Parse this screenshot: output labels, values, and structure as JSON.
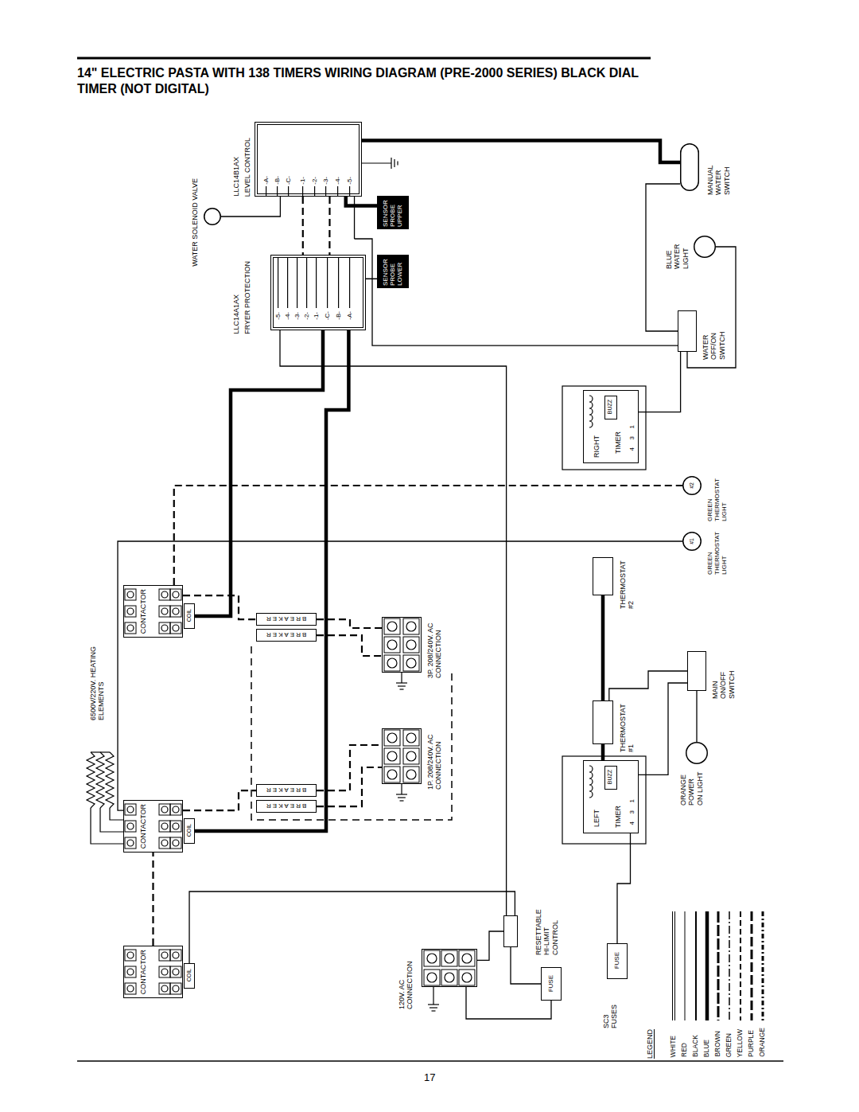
{
  "diagram": {
    "title": "14\" ELECTRIC PASTA WITH 138 TIMERS WIRING DIAGRAM (PRE-2000 SERIES) BLACK DIAL TIMER (NOT DIGITAL)",
    "nodes": [
      {
        "text": [
          "LLC14B1AX",
          "LEVEL CONTROL"
        ]
      },
      {
        "text": [
          "SENSOR PROBE UPPER"
        ]
      },
      {
        "text": [
          "WATER SOLENOID VALVE"
        ]
      },
      {
        "text": [
          "LLC14A1AX",
          "FRYER PROTECTION"
        ]
      },
      {
        "text": [
          "SENSOR PROBE LOWER"
        ]
      },
      {
        "text": [
          "MANUAL WATER SWITCH"
        ]
      },
      {
        "text": [
          "BLUE WATER LIGHT"
        ]
      },
      {
        "text": [
          "WATER OFF/ON SWITCH"
        ]
      },
      {
        "text": [
          "RIGHT",
          "TIMER"
        ]
      },
      {
        "text": [
          "BUZZ"
        ],
        "in": 8
      },
      {
        "text": [
          "#2",
          "GREEN THERMOSTAT LIGHT"
        ]
      },
      {
        "text": [
          "#1",
          "GREEN THERMOSTAT LIGHT"
        ]
      },
      {
        "text": [
          "THERMOSTAT #2"
        ]
      },
      {
        "text": [
          "MAIN ON/OFF SWITCH"
        ]
      },
      {
        "text": [
          "THERMOSTAT #1"
        ]
      },
      {
        "text": [
          "ORANGE POWER ON LIGHT"
        ]
      },
      {
        "text": [
          "LEFT",
          "TIMER"
        ]
      },
      {
        "text": [
          "BUZZ"
        ],
        "in": 16
      },
      {
        "text": [
          "CONTACTOR"
        ]
      },
      {
        "text": [
          "COIL"
        ]
      },
      {
        "text": [
          "CONTACTOR"
        ]
      },
      {
        "text": [
          "COIL"
        ]
      },
      {
        "text": [
          "CONTACTOR"
        ]
      },
      {
        "text": [
          "COIL"
        ]
      },
      {
        "text": [
          "BREAKER"
        ]
      },
      {
        "text": [
          "BREAKER"
        ]
      },
      {
        "text": [
          "BREAKER"
        ]
      },
      {
        "text": [
          "BREAKER"
        ]
      },
      {
        "text": [
          "3P. 208/240V. AC CONNECTION"
        ]
      },
      {
        "text": [
          "1P. 208/240V. AC CONNECTION"
        ]
      },
      {
        "text": [
          "RESETTABLE HI-LIMIT CONTROL"
        ]
      },
      {
        "text": [
          "FUSE"
        ]
      },
      {
        "text": [
          "120V. AC CONNECTION"
        ]
      },
      {
        "text": [
          "FUSE",
          "SC3 FUSES"
        ]
      }
    ],
    "edges": [
      {
        "from": 0,
        "to": 5,
        "arrow": "none"
      },
      {
        "from": 0,
        "to": 1,
        "arrow": "none"
      },
      {
        "from": 2,
        "to": 0,
        "arrow": "none"
      },
      {
        "from": 0,
        "to": 3,
        "arrow": "none"
      },
      {
        "from": 0,
        "to": 3,
        "arrow": "none"
      },
      {
        "from": 3,
        "to": 4,
        "arrow": "none"
      },
      {
        "from": 3,
        "to": 19,
        "arrow": "none"
      },
      {
        "from": 3,
        "to": 21,
        "arrow": "none"
      },
      {
        "from": 6,
        "to": 7,
        "arrow": "none"
      },
      {
        "from": 5,
        "to": 7,
        "arrow": "none"
      },
      {
        "from": 7,
        "to": 0,
        "arrow": "none"
      },
      {
        "from": 8,
        "to": 7,
        "arrow": "none"
      },
      {
        "from": 16,
        "to": 13,
        "arrow": "none"
      },
      {
        "from": 12,
        "to": 14,
        "arrow": "none"
      },
      {
        "from": 14,
        "to": 16,
        "arrow": "none"
      },
      {
        "from": 14,
        "to": 13,
        "arrow": "none"
      },
      {
        "from": 13,
        "to": 15,
        "arrow": "none"
      },
      {
        "from": 16,
        "to": 33,
        "arrow": "none"
      },
      {
        "from": 30,
        "to": 31,
        "arrow": "none"
      },
      {
        "from": 32,
        "to": 31,
        "arrow": "none"
      },
      {
        "from": 30,
        "to": 3,
        "arrow": "none"
      },
      {
        "from": 32,
        "to": 30,
        "arrow": "none"
      },
      {
        "from": 18,
        "to": 24,
        "arrow": "none"
      },
      {
        "from": 20,
        "to": 26,
        "arrow": "none"
      },
      {
        "from": 24,
        "to": 28,
        "arrow": "none"
      },
      {
        "from": 26,
        "to": 29,
        "arrow": "none"
      },
      {
        "from": 25,
        "to": 28,
        "arrow": "none"
      },
      {
        "from": 27,
        "to": 29,
        "arrow": "none"
      },
      {
        "from": 22,
        "to": 20,
        "arrow": "none"
      },
      {
        "from": 23,
        "to": 30,
        "arrow": "none"
      },
      {
        "from": 18,
        "to": 10,
        "arrow": "none"
      },
      {
        "from": 20,
        "to": 11,
        "arrow": "none"
      }
    ],
    "labels": [
      "-A-",
      "-B-",
      "-C-",
      "-1-",
      "-2-",
      "-3-",
      "-4-",
      "-5-",
      "-5-",
      "-4-",
      "-3-",
      "-2-",
      "-1-",
      "-C-",
      "-B-",
      "-A-",
      "4",
      "3",
      "1",
      "4",
      "3",
      "1",
      "6500V/220V. HEATING ELEMENTS",
      "LEGEND",
      "17"
    ],
    "legend": [
      {
        "text": "WHITE"
      },
      {
        "text": "RED"
      },
      {
        "text": "BLACK"
      },
      {
        "text": "BLUE"
      },
      {
        "text": "BROWN"
      },
      {
        "text": "GREEN"
      },
      {
        "text": "YELLOW"
      },
      {
        "text": "PURPLE"
      },
      {
        "text": "ORANGE"
      }
    ]
  }
}
